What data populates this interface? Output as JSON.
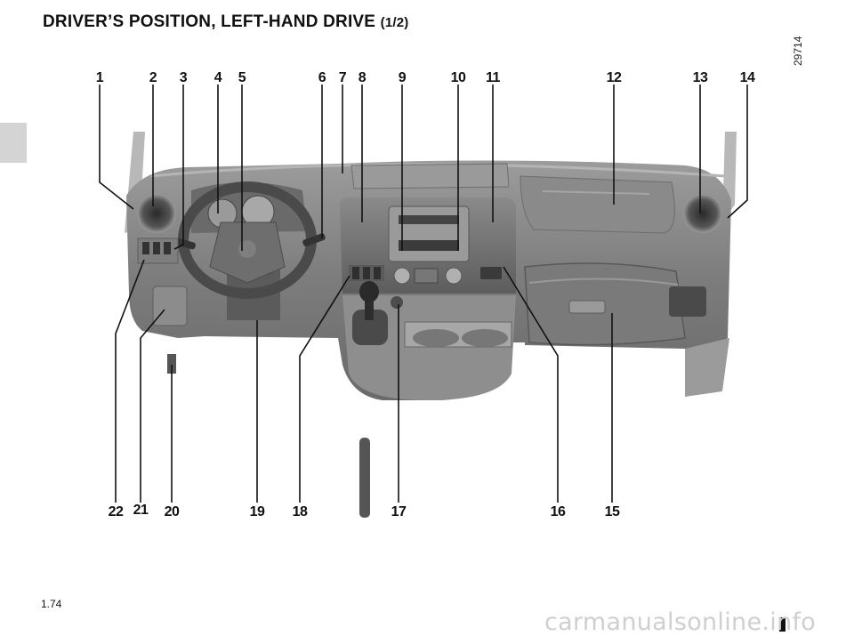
{
  "page": {
    "title": "DRIVER’S POSITION, LEFT-HAND DRIVE",
    "title_suffix": "(1/2)",
    "page_number": "1.74",
    "image_ref": "29714",
    "footer": "carmanualsonline.info"
  },
  "callouts": {
    "top": [
      "1",
      "2",
      "3",
      "4",
      "5",
      "6",
      "7",
      "8",
      "9",
      "10",
      "11",
      "12",
      "13",
      "14"
    ],
    "bottom": [
      "22",
      "21",
      "20",
      "19",
      "18",
      "17",
      "16",
      "15"
    ]
  },
  "colors": {
    "dash": "#7d7d7d",
    "dash_dark": "#5a5a5a",
    "dash_light": "#a9a9a9",
    "background": "#ffffff",
    "tab": "#d4d4d4"
  }
}
